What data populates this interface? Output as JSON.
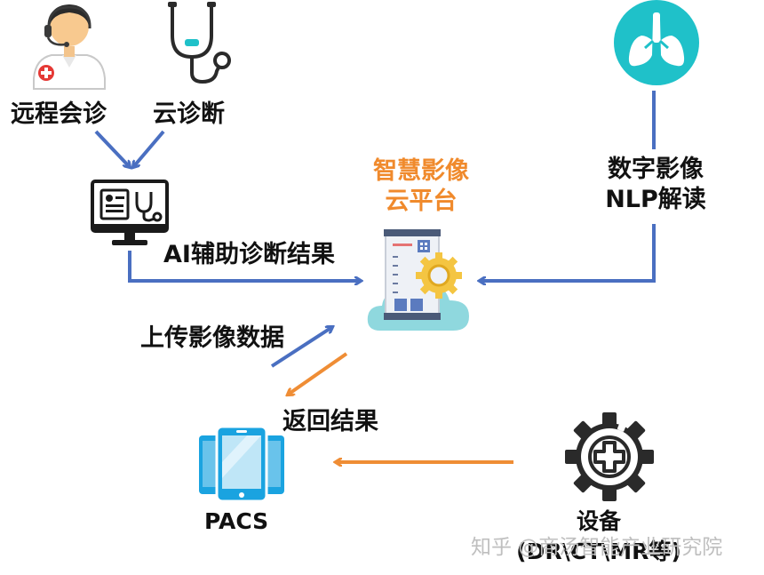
{
  "nodes": {
    "remote_consult": "远程会诊",
    "cloud_diagnosis": "云诊断",
    "platform_line1": "智慧影像",
    "platform_line2": "云平台",
    "digital_line1": "数字影像",
    "digital_line2": "NLP解读",
    "ai_result": "AI辅助诊断结果",
    "upload": "上传影像数据",
    "return_result": "返回结果",
    "pacs": "PACS",
    "device_line1": "设备",
    "device_line2": "(DR\\CT\\MR等)"
  },
  "watermark": "知乎 @商汤智能产业研究院",
  "colors": {
    "blue_arrow": "#4a6fc1",
    "orange_arrow": "#ef8d35",
    "platform_title": "#f08a2c",
    "lung_circle": "#1fc1c9",
    "pacs_blue": "#1aa3e0",
    "icon_dark": "#1a1a1a"
  },
  "icons": [
    "doctor-icon",
    "stethoscope-icon",
    "monitor-icon",
    "cloud-platform-icon",
    "lungs-icon",
    "tablet-icon",
    "medical-gear-icon"
  ]
}
